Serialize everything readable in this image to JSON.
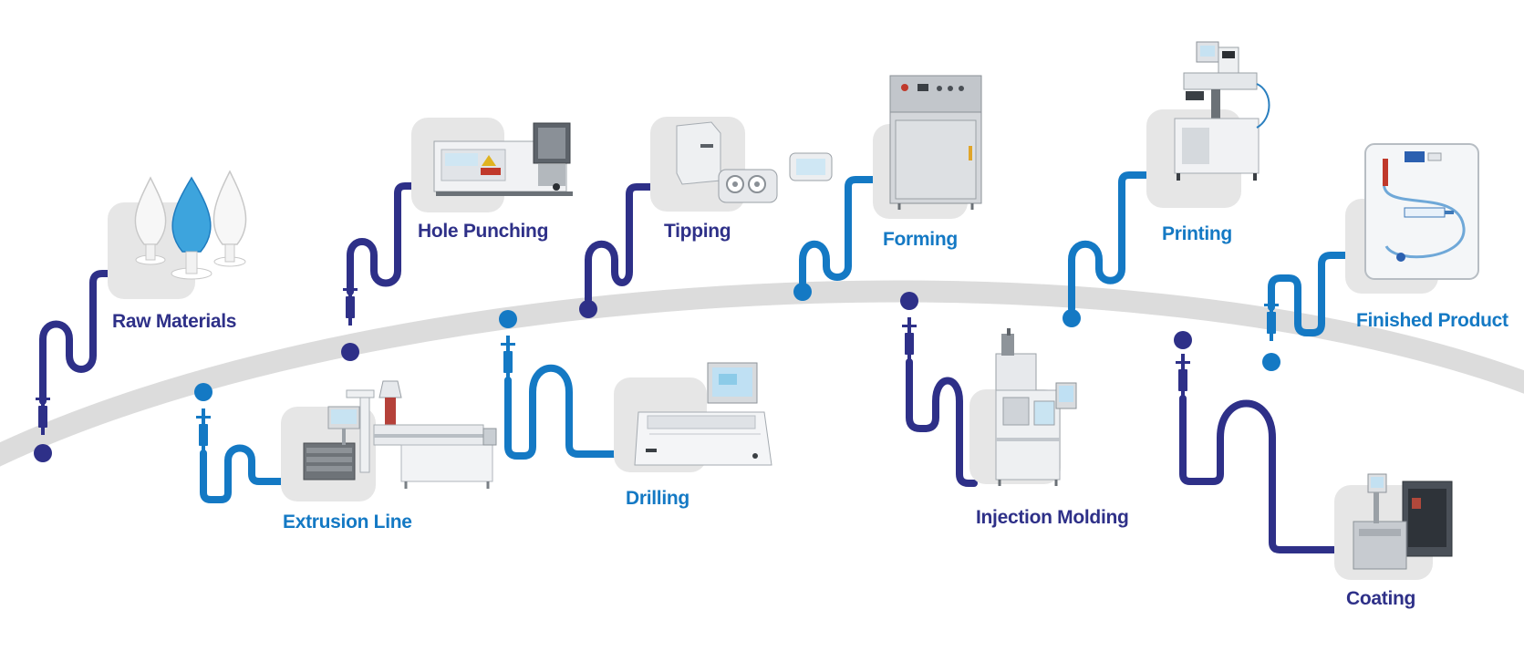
{
  "colors": {
    "dark": "#2e3088",
    "light": "#1479c4",
    "arc": "#dcdcdc",
    "tile": "#e6e6e6"
  },
  "steps": [
    {
      "id": "raw-materials",
      "label": "Raw Materials",
      "tone": "dark"
    },
    {
      "id": "extrusion-line",
      "label": "Extrusion Line",
      "tone": "light"
    },
    {
      "id": "hole-punching",
      "label": "Hole Punching",
      "tone": "dark"
    },
    {
      "id": "drilling",
      "label": "Drilling",
      "tone": "light"
    },
    {
      "id": "tipping",
      "label": "Tipping",
      "tone": "dark"
    },
    {
      "id": "forming",
      "label": "Forming",
      "tone": "light"
    },
    {
      "id": "injection-molding",
      "label": "Injection Molding",
      "tone": "dark"
    },
    {
      "id": "printing",
      "label": "Printing",
      "tone": "light"
    },
    {
      "id": "coating",
      "label": "Coating",
      "tone": "dark"
    },
    {
      "id": "finished-product",
      "label": "Finished Product",
      "tone": "light"
    }
  ]
}
